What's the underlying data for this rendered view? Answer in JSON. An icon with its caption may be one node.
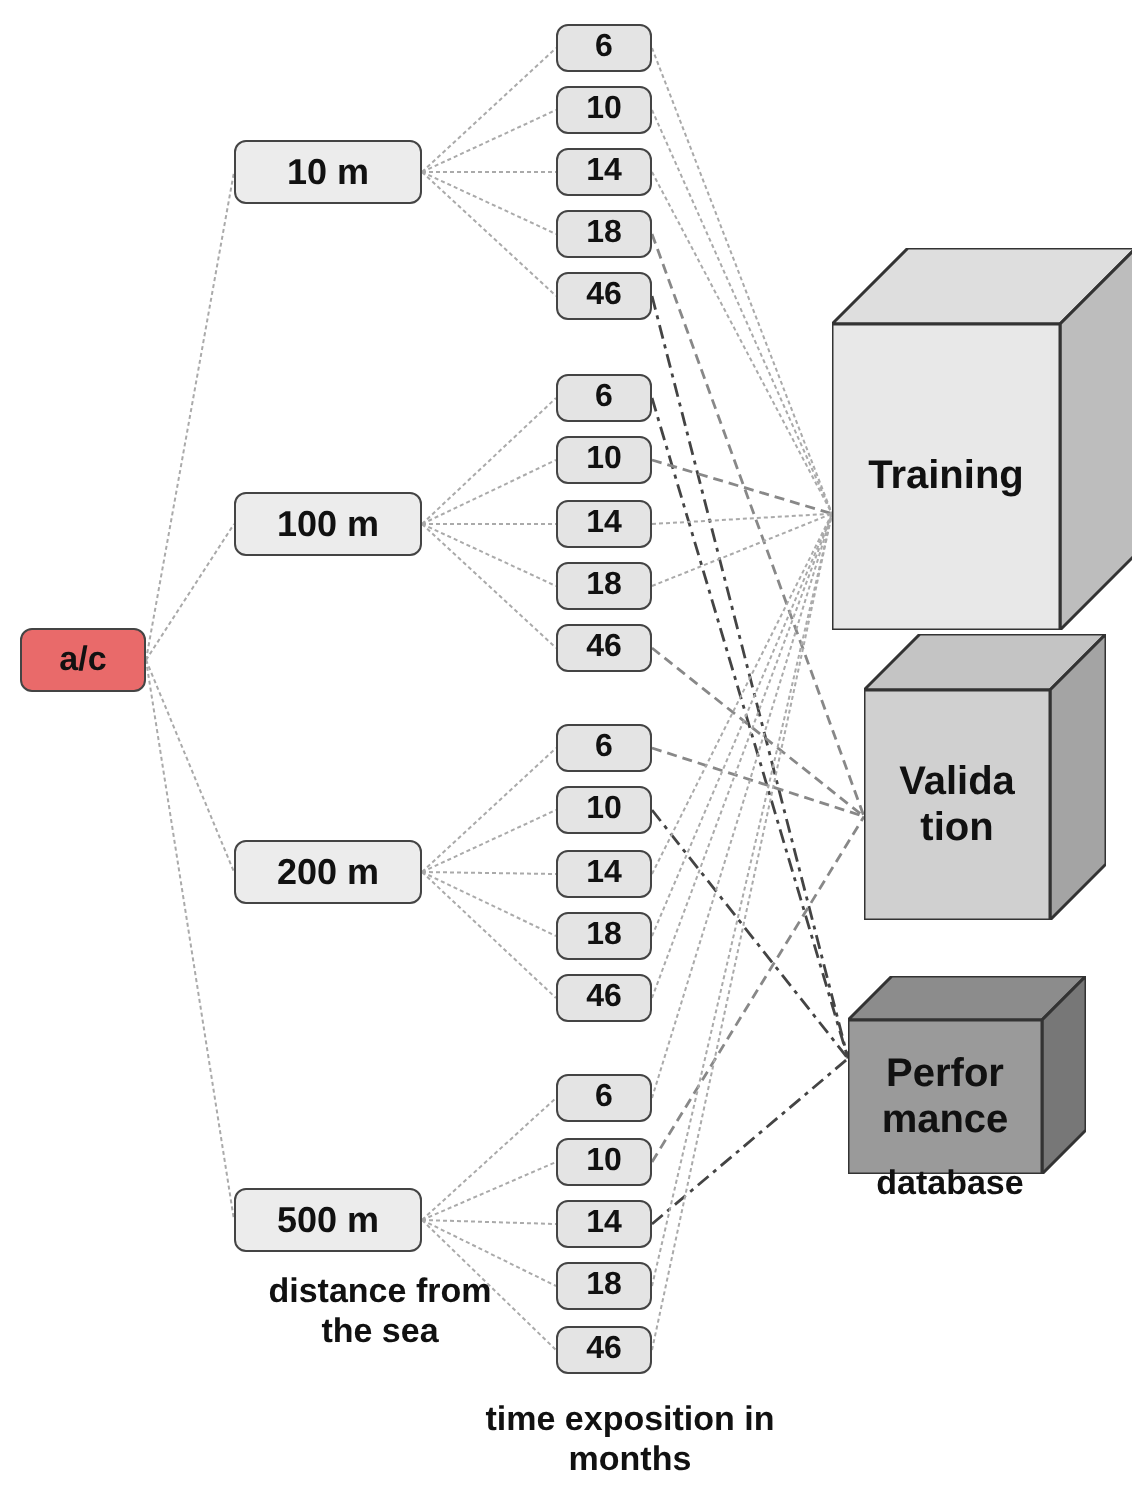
{
  "diagram": {
    "nodes": [
      {
        "text": [
          "a/c"
        ]
      },
      {
        "text": [
          "10 m"
        ]
      },
      {
        "text": [
          "100 m"
        ]
      },
      {
        "text": [
          "200 m"
        ]
      },
      {
        "text": [
          "500 m"
        ]
      },
      {
        "text": [
          "6"
        ]
      },
      {
        "text": [
          "10"
        ]
      },
      {
        "text": [
          "14"
        ]
      },
      {
        "text": [
          "18"
        ]
      },
      {
        "text": [
          "46"
        ]
      },
      {
        "text": [
          "6"
        ]
      },
      {
        "text": [
          "10"
        ]
      },
      {
        "text": [
          "14"
        ]
      },
      {
        "text": [
          "18"
        ]
      },
      {
        "text": [
          "46"
        ]
      },
      {
        "text": [
          "6"
        ]
      },
      {
        "text": [
          "10"
        ]
      },
      {
        "text": [
          "14"
        ]
      },
      {
        "text": [
          "18"
        ]
      },
      {
        "text": [
          "46"
        ]
      },
      {
        "text": [
          "6"
        ]
      },
      {
        "text": [
          "10"
        ]
      },
      {
        "text": [
          "14"
        ]
      },
      {
        "text": [
          "18"
        ]
      },
      {
        "text": [
          "46"
        ]
      },
      {
        "text": [
          "Training"
        ]
      },
      {
        "text": [
          "Valida tion"
        ]
      },
      {
        "text": [
          "Perfor mance"
        ]
      }
    ],
    "edges": [
      {
        "from": 0,
        "to": 1,
        "arrow": "none"
      },
      {
        "from": 0,
        "to": 2,
        "arrow": "none"
      },
      {
        "from": 0,
        "to": 3,
        "arrow": "none"
      },
      {
        "from": 0,
        "to": 4,
        "arrow": "none"
      },
      {
        "from": 1,
        "to": 5,
        "arrow": "none"
      },
      {
        "from": 1,
        "to": 6,
        "arrow": "none"
      },
      {
        "from": 1,
        "to": 7,
        "arrow": "none"
      },
      {
        "from": 1,
        "to": 8,
        "arrow": "none"
      },
      {
        "from": 1,
        "to": 9,
        "arrow": "none"
      },
      {
        "from": 2,
        "to": 10,
        "arrow": "none"
      },
      {
        "from": 2,
        "to": 11,
        "arrow": "none"
      },
      {
        "from": 2,
        "to": 12,
        "arrow": "none"
      },
      {
        "from": 2,
        "to": 13,
        "arrow": "none"
      },
      {
        "from": 2,
        "to": 14,
        "arrow": "none"
      },
      {
        "from": 3,
        "to": 15,
        "arrow": "none"
      },
      {
        "from": 3,
        "to": 16,
        "arrow": "none"
      },
      {
        "from": 3,
        "to": 17,
        "arrow": "none"
      },
      {
        "from": 3,
        "to": 18,
        "arrow": "none"
      },
      {
        "from": 3,
        "to": 19,
        "arrow": "none"
      },
      {
        "from": 4,
        "to": 20,
        "arrow": "none"
      },
      {
        "from": 4,
        "to": 21,
        "arrow": "none"
      },
      {
        "from": 4,
        "to": 22,
        "arrow": "none"
      },
      {
        "from": 4,
        "to": 23,
        "arrow": "none"
      },
      {
        "from": 4,
        "to": 24,
        "arrow": "none"
      },
      {
        "from": 5,
        "to": 25,
        "arrow": "none"
      },
      {
        "from": 6,
        "to": 25,
        "arrow": "none"
      },
      {
        "from": 7,
        "to": 25,
        "arrow": "none"
      },
      {
        "from": 8,
        "to": 26,
        "arrow": "none",
        "style": "dashed",
        "color": "#888888"
      },
      {
        "from": 9,
        "to": 27,
        "arrow": "none",
        "style": "dashed",
        "color": "#444444"
      },
      {
        "from": 10,
        "to": 27,
        "arrow": "none",
        "style": "dashed",
        "color": "#444444"
      },
      {
        "from": 11,
        "to": 25,
        "arrow": "none",
        "style": "dashed",
        "color": "#888888"
      },
      {
        "from": 12,
        "to": 25,
        "arrow": "none"
      },
      {
        "from": 13,
        "to": 25,
        "arrow": "none"
      },
      {
        "from": 14,
        "to": 26,
        "arrow": "none",
        "style": "dashed",
        "color": "#888888"
      },
      {
        "from": 15,
        "to": 26,
        "arrow": "none",
        "style": "dashed",
        "color": "#888888"
      },
      {
        "from": 16,
        "to": 27,
        "arrow": "none",
        "style": "dashed",
        "color": "#444444"
      },
      {
        "from": 17,
        "to": 25,
        "arrow": "none"
      },
      {
        "from": 18,
        "to": 25,
        "arrow": "none"
      },
      {
        "from": 19,
        "to": 25,
        "arrow": "none"
      },
      {
        "from": 20,
        "to": 25,
        "arrow": "none"
      },
      {
        "from": 21,
        "to": 26,
        "arrow": "none",
        "style": "dashed",
        "color": "#888888"
      },
      {
        "from": 22,
        "to": 27,
        "arrow": "none",
        "style": "dashed",
        "color": "#444444"
      },
      {
        "from": 23,
        "to": 25,
        "arrow": "none"
      },
      {
        "from": 24,
        "to": 25,
        "arrow": "none"
      }
    ],
    "labels": [
      "database",
      "distance from the sea",
      "time exposition in months"
    ]
  }
}
